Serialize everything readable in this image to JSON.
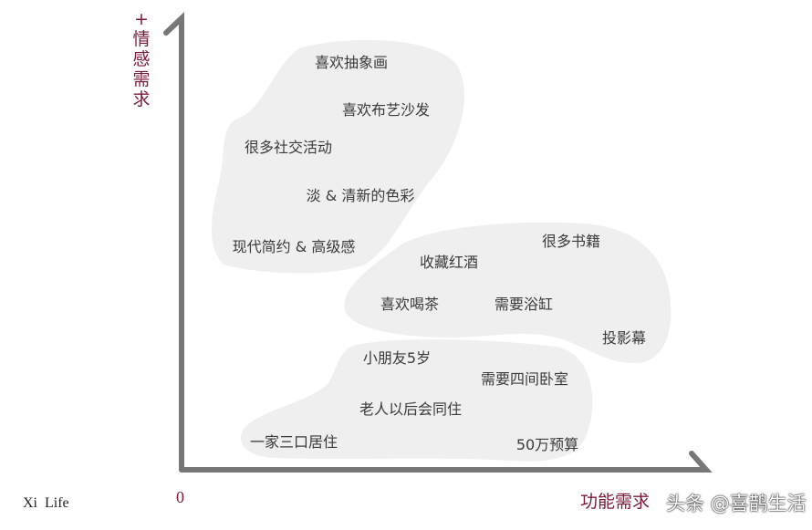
{
  "y_axis": {
    "plus": "+",
    "label": "情感需求"
  },
  "x_axis": {
    "label": "功能需求",
    "origin": "0"
  },
  "brand": "Xi  Life",
  "watermark": "头条 @喜鹊生活",
  "colors": {
    "axis": "#777777",
    "label": "#7a1a3a",
    "blob": "#efefef",
    "text": "#3a3a3a"
  },
  "groups": [
    {
      "items": [
        "喜欢抽象画",
        "喜欢布艺沙发",
        "很多社交活动",
        "淡 & 清新的色彩",
        "现代简约 & 高级感"
      ]
    },
    {
      "items": [
        "收藏红酒",
        "很多书籍",
        "喜欢喝茶",
        "需要浴缸",
        "投影幕"
      ]
    },
    {
      "items": [
        "小朋友5岁",
        "需要四间卧室",
        "老人以后会同住",
        "一家三口居住",
        "50万预算"
      ]
    }
  ]
}
